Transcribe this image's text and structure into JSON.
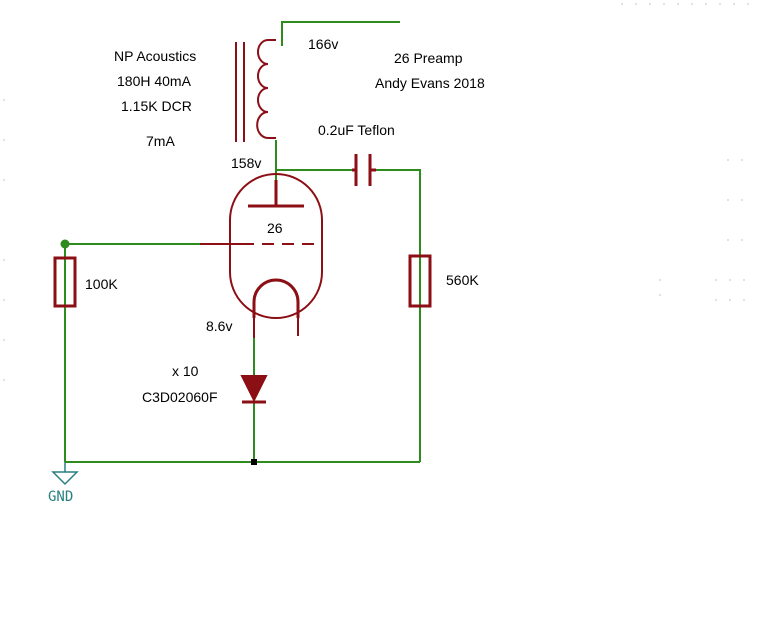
{
  "transformer": {
    "maker": "NP Acoustics",
    "spec": "180H 40mA",
    "dcr": "1.15K DCR",
    "current": "7mA"
  },
  "title": {
    "name": "26 Preamp",
    "author": "Andy Evans 2018"
  },
  "voltages": {
    "supply": "166v",
    "plate": "158v",
    "cathode": "8.6v"
  },
  "capacitor": {
    "label": "0.2uF Teflon"
  },
  "tube": {
    "label": "26"
  },
  "resistors": {
    "grid": "100K",
    "output": "560K"
  },
  "diode": {
    "count": "x 10",
    "part": "C3D02060F"
  },
  "ground": {
    "label": "GND"
  },
  "colors": {
    "wire": "#2e8b1e",
    "component": "#8b0f14",
    "ground": "#2a7f7f"
  }
}
